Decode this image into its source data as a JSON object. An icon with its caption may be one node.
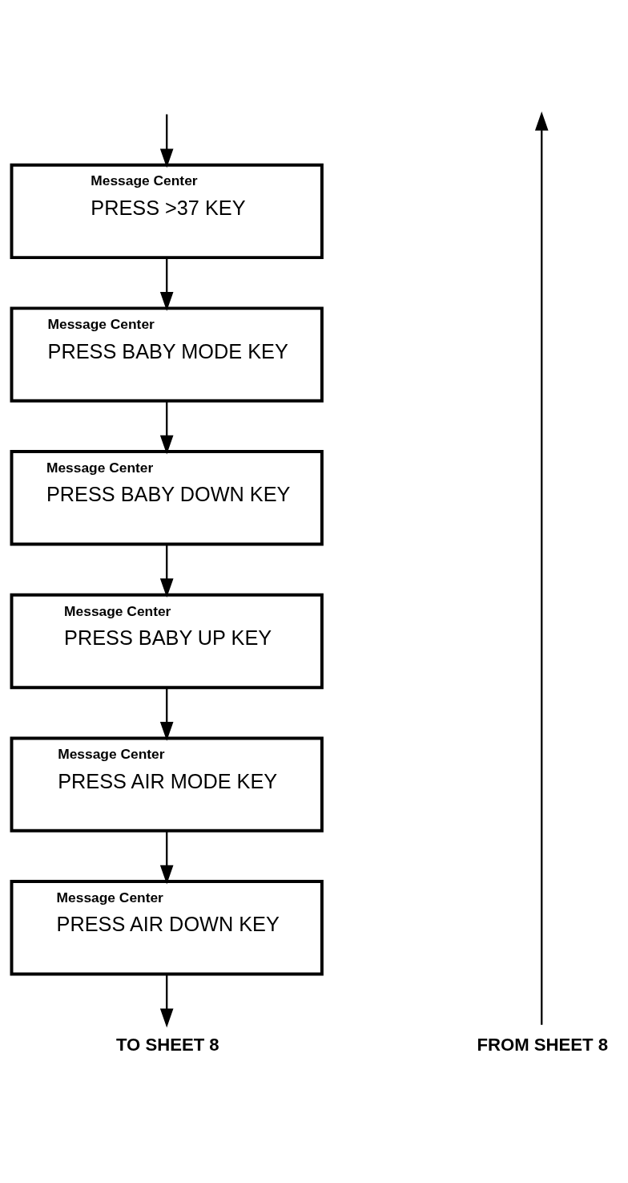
{
  "diagram": {
    "nodes": [
      {
        "text": [
          "Message Center",
          "PRESS >37 KEY"
        ]
      },
      {
        "text": [
          "Message Center",
          "PRESS BABY MODE KEY"
        ]
      },
      {
        "text": [
          "Message Center",
          "PRESS BABY DOWN KEY"
        ]
      },
      {
        "text": [
          "Message Center",
          "PRESS BABY UP KEY"
        ]
      },
      {
        "text": [
          "Message Center",
          "PRESS AIR MODE KEY"
        ]
      },
      {
        "text": [
          "Message Center",
          "PRESS AIR DOWN KEY"
        ]
      },
      {
        "text": [
          "FROM SHEET 8"
        ]
      },
      {
        "text": [
          "TO SHEET 8"
        ]
      }
    ],
    "edges": [
      {
        "from": null,
        "to": 0,
        "arrow": "to"
      },
      {
        "from": 0,
        "to": 1,
        "arrow": "to"
      },
      {
        "from": 1,
        "to": 2,
        "arrow": "to"
      },
      {
        "from": 2,
        "to": 3,
        "arrow": "to"
      },
      {
        "from": 3,
        "to": 4,
        "arrow": "to"
      },
      {
        "from": 4,
        "to": 5,
        "arrow": "to"
      },
      {
        "from": 5,
        "to": 7,
        "arrow": "to"
      },
      {
        "from": 6,
        "to": null,
        "arrow": "to"
      }
    ]
  }
}
